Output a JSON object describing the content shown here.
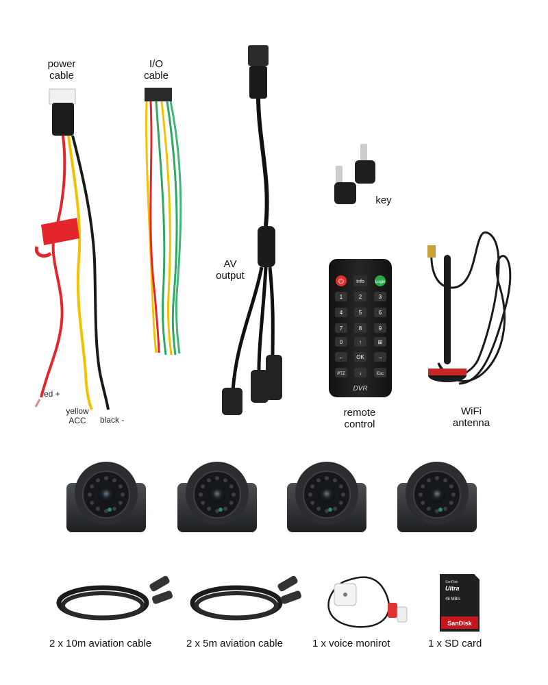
{
  "labels": {
    "power_cable": [
      "power",
      "cable"
    ],
    "io_cable": [
      "I/O",
      "cable"
    ],
    "av_output": [
      "AV",
      "output"
    ],
    "key": "key",
    "remote_control": [
      "remote",
      "control"
    ],
    "wifi_antenna": [
      "WiFi",
      "antenna"
    ],
    "red": "red +",
    "yellow": [
      "yellow",
      "ACC"
    ],
    "black": "black -"
  },
  "remote": {
    "top_row": [
      "Info"
    ],
    "login": "Login",
    "power": "⏻",
    "keys": [
      "1",
      "2",
      "3",
      "4",
      "5",
      "6",
      "7",
      "8",
      "9",
      "0",
      "↑",
      "⊞",
      "←",
      "OK",
      "→",
      "PTZ",
      "↓",
      "Esc"
    ],
    "brand": "DVR"
  },
  "sd_card": {
    "brand_small": "SanDisk",
    "line": "Ultra",
    "capacity": "48 MB/s",
    "brand": "SanDisk"
  },
  "bottom_items": [
    "2 x 10m aviation cable",
    "2 x 5m aviation cable",
    "1 x voice monirot",
    "1 x SD card"
  ],
  "colors": {
    "red_wire": "#e3262b",
    "yellow_wire": "#f2c200",
    "black_wire": "#1a1a1a",
    "green_wire": "#2fa866",
    "camera_body": "#2b2d30"
  }
}
